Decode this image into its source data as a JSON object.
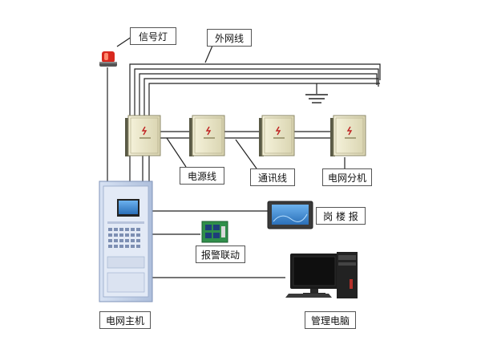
{
  "labels": {
    "signal_light": "信号灯",
    "outer_wire": "外网线",
    "power_line": "电源线",
    "comm_line": "通讯线",
    "grid_branch": "电网分机",
    "post_alarm": "岗 楼 报",
    "alarm_linkage": "报警联动",
    "management_pc": "管理电脑",
    "grid_host": "电网主机"
  },
  "colors": {
    "wire": "#222222",
    "cabinet_body": "#ede9c9",
    "cabinet_shadow": "#5a5a46",
    "host_frame": "#c9d7ee",
    "host_panel": "#e3eaf6",
    "screen_blue": "#3f8fd8",
    "beacon_red": "#d8281e",
    "pcb_green": "#2f8f4a",
    "monitor_dark": "#1b1b1b",
    "tower_red": "#b4302a"
  },
  "icons": {
    "signal_light": "beacon-light-icon",
    "branch_cabinet": "junction-box-icon",
    "ground": "ground-symbol-icon",
    "host_cabinet": "host-cabinet-icon",
    "touch_panel": "touch-panel-icon",
    "relay_board": "relay-board-icon",
    "computer": "desktop-computer-icon"
  }
}
